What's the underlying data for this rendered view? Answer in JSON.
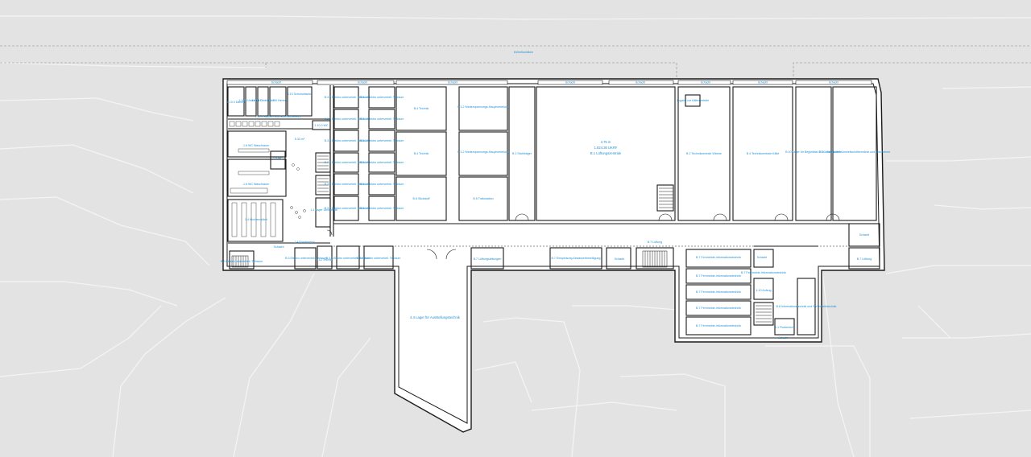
{
  "plan": {
    "street_label": "Kellerfluchtlinie",
    "colors": {
      "background": "#e3e3e3",
      "building_fill": "#ffffff",
      "wall": "#1a1a1a",
      "label": "#1e90d6",
      "context_lines": "#f4f4f4"
    },
    "shafts": [
      "Schacht",
      "Schacht",
      "Schacht",
      "Schacht",
      "Schacht",
      "Schacht",
      "Schacht",
      "Schacht",
      "Schacht",
      "Schacht",
      "Schacht",
      "Schacht"
    ],
    "rooms": {
      "r01": "1.10.0 Damen",
      "r02": "1.10.0 Umkleide D",
      "r03": "1.10.0 Umkleide H",
      "r04": "1.10.0 Herren",
      "r05": "1.10.0 Sauber- und Schmutzbereich",
      "r06": "1.10.0 WC",
      "r07": "1.6 WC Waschraum",
      "r08": "1.6 WC Waschraum",
      "r09": "1.5 WC",
      "r10": "1.10 Schuhwäsche",
      "r11": "1.4 Kirchenmöbel",
      "r12": "6.33 m²",
      "r13": "1.1 Lager Universität",
      "r14": "1.4 Bürobereich",
      "r15": "1.12 Technik",
      "r16": "B.3.3 Elektro unterverteil. Teilraum",
      "r17": "B.3.1 Elektro unterverteil. Teilraum",
      "r18": "B.3.3 Elektro unterverteil. Teilraum",
      "r19": "B.3.1 Elektro unterverteil. Teilraum",
      "r20": "B.3.3 Elektro unterverteil. Teilraum",
      "r21": "B.3.1 Elektro unterverteil. Teilraum",
      "r22": "B.3.3 Elektro unterverteil. Teilraum",
      "r23": "B.3.1 Elektro unterverteil. Teilraum",
      "r24": "B.3.3 Elektro unterverteil. Teilraum",
      "r25": "B.3.1 Elektro unterverteil. Teilraum",
      "r26": "B.3.3 Elektro unterverteil. Teilraum",
      "r27": "B.3.1 Elektro unterverteil. Teilraum",
      "r28": "B.3.3 Elektro unterverteil. Teilraum",
      "r29": "B.3.1 Elektro unterverteil. Teilraum",
      "r30": "B.4 Technik",
      "r31": "B.4 Technik",
      "r32": "B.6 Stickstoff",
      "r33": "B.3.2 Niederspannungs-Hauptverteilung",
      "r34": "B.3.2 Niederspannungs-Hauptverteilung",
      "r35": "B.5 Trafostation",
      "r36": "B.3 Stahlträger",
      "r37": "B.1 Lüftungszentrale",
      "r38": "4.75 m",
      "r39": "1.824.36 UKRF",
      "r40": "Zugang zur Kältezentrale",
      "r41": "B.2 Technikzentrale Wärme",
      "r42": "B.4 Technikzentrale Kälte",
      "r43": "B.10 Lager für Begleitlast ECK und Bauteile",
      "r44": "B.1.1 Sekundäre Umweltzuluftkennlinie und Abluftstrom",
      "r45": "Schacht",
      "r46": "B.7 Lüftungsleitungen",
      "r47": "B.3 Elektro unterverteil. Teilraum",
      "r48": "B.3 Elektro unterverteil. Teilraum",
      "r49": "B.7 Lüftung",
      "r50": "B.7 Lüftung",
      "r51": "B.7 Fernmelde-Informationstechnik",
      "r52": "B.7 Einspeisung Abwasserbeseitigung",
      "r53": "4.4 Lager für Ausstellungstechnik",
      "r54": "B.7 Fernmelde-Informationstechnik",
      "r55": "B.7 Fernmelde-Informationstechnik",
      "r56": "B.7 Fernmelde-Informationstechnik",
      "r57": "B.7 Fernmelde-Informationstechnik",
      "r58": "B.7 Fernmelde-Informationstechnik",
      "r59": "B.8 Informationstechnik und Sicherheitstechnik",
      "r60": "4.10 Aufzug",
      "r61": "1.1 Flurbereich"
    }
  }
}
